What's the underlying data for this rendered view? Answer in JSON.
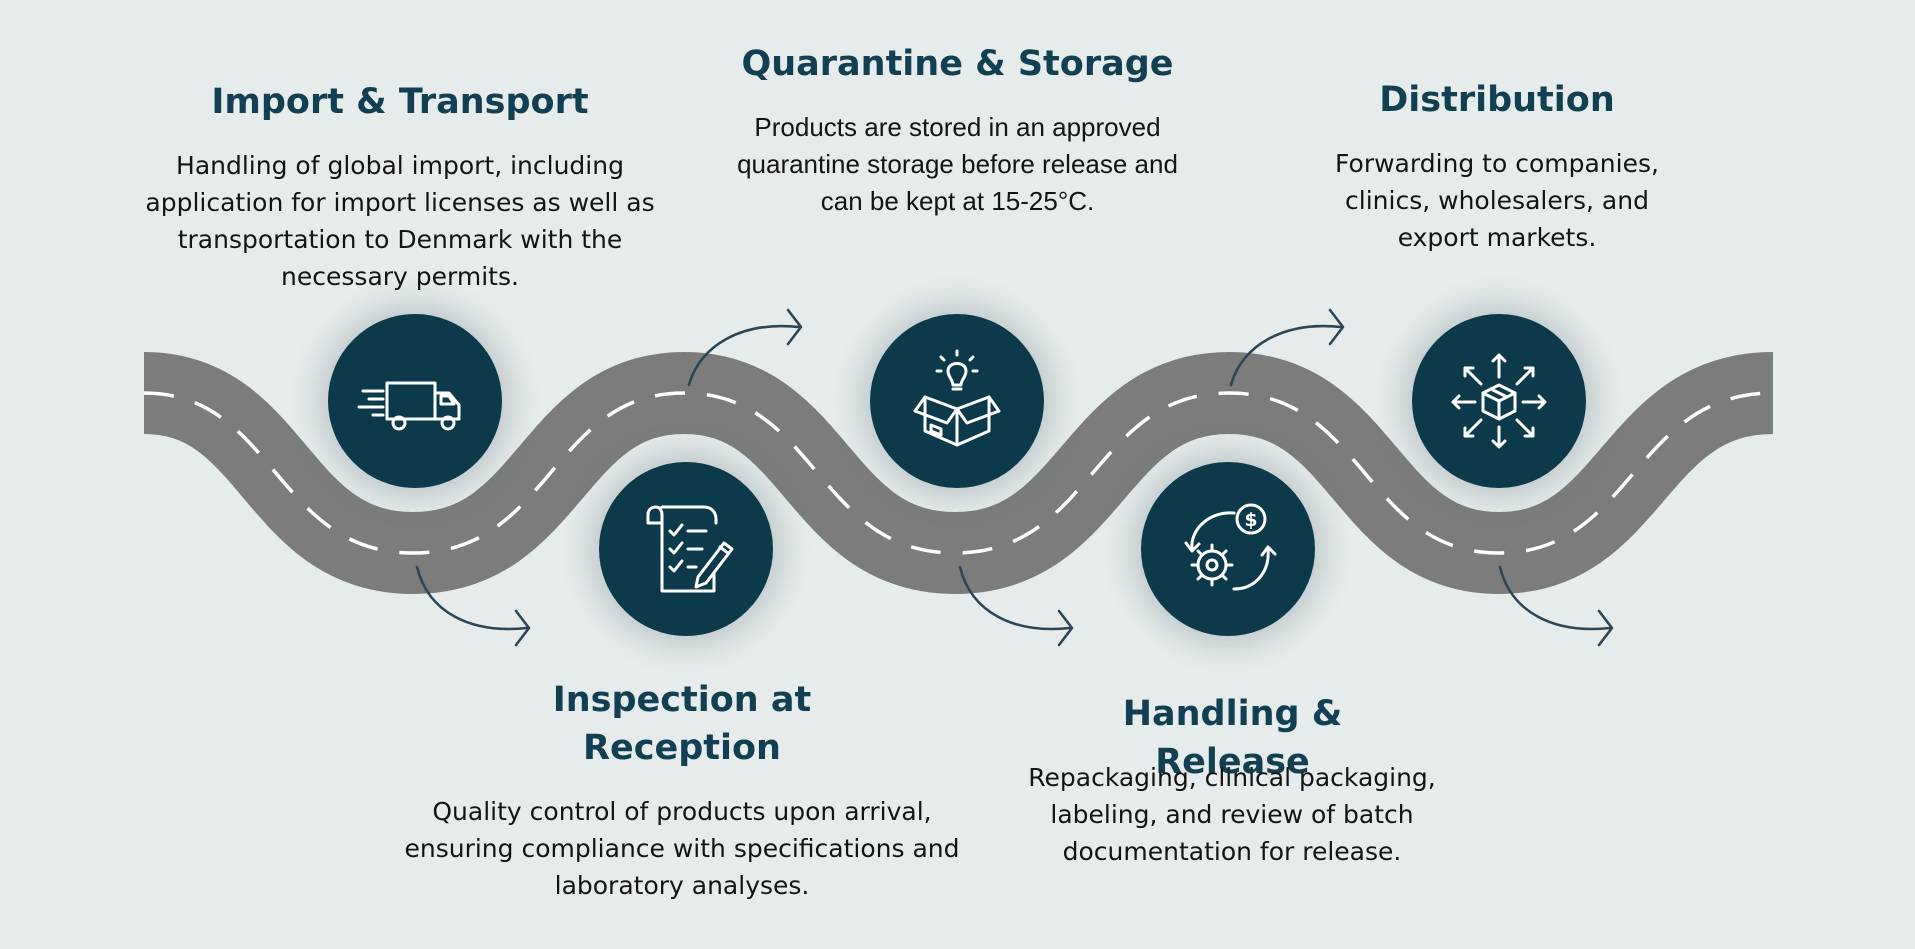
{
  "colors": {
    "background": "#e6ebeb",
    "road": "#7c7c7c",
    "lane_marking": "#ffffff",
    "badge": "#0d3a4b",
    "title": "#123f52",
    "arrow": "#2d4656"
  },
  "steps": [
    {
      "title": "Import & Transport",
      "description": "Handling of global import, including application for import licenses as well as transportation to Denmark with the necessary permits.",
      "icon": "delivery-truck-icon"
    },
    {
      "title": "Inspection at Reception",
      "description": "Quality control of products upon arrival, ensuring compliance with specifications and laboratory analyses.",
      "icon": "checklist-pen-icon"
    },
    {
      "title": "Quarantine & Storage",
      "description": "Products are stored in an approved quarantine storage before release and can be kept at 15-25°C.",
      "icon": "box-lightbulb-icon"
    },
    {
      "title": "Handling & Release",
      "description": "Repackaging, clinical packaging, labeling, and review of batch documentation for release.",
      "icon": "gear-dollar-cycle-icon"
    },
    {
      "title": "Distribution",
      "description": "Forwarding to companies, clinics, wholesalers, and export markets.",
      "icon": "box-distribution-icon"
    }
  ]
}
